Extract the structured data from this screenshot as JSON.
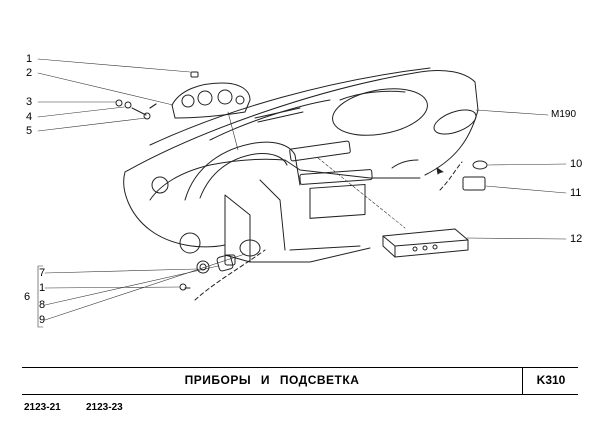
{
  "callouts": {
    "c1_top": "1",
    "c2": "2",
    "c3": "3",
    "c4": "4",
    "c5": "5",
    "c6": "6",
    "c7": "7",
    "c1_bottom": "1",
    "c8": "8",
    "c9": "9",
    "c10": "10",
    "c11": "11",
    "c12": "12"
  },
  "reference_label": "M190",
  "title_block": {
    "title": "ПРИБОРЫ И ПОДСВЕТКА",
    "code": "K310"
  },
  "model_codes": [
    "2123-21",
    "2123-23"
  ]
}
